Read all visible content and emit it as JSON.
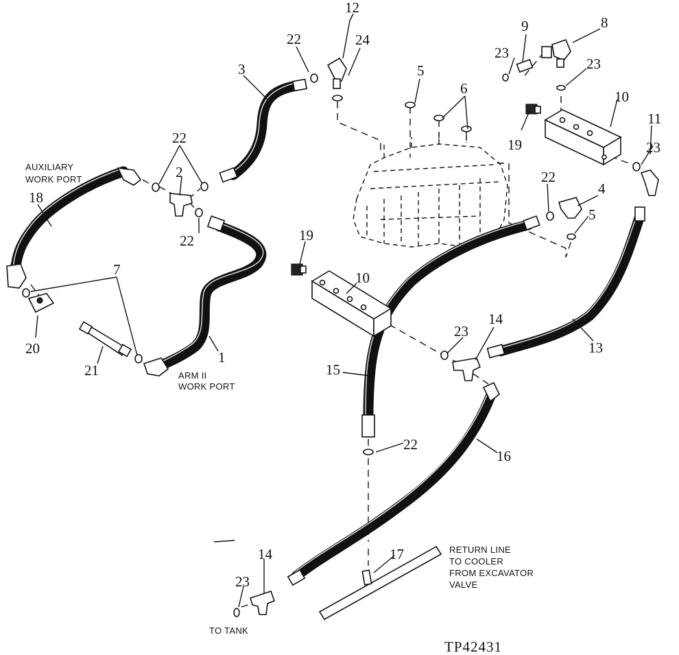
{
  "callouts": {
    "n1": "1",
    "n2": "2",
    "n3": "3",
    "n4": "4",
    "n5a": "5",
    "n5b": "5",
    "n6": "6",
    "n7": "7",
    "n8": "8",
    "n9": "9",
    "n10a": "10",
    "n10b": "10",
    "n11": "11",
    "n12": "12",
    "n13": "13",
    "n14a": "14",
    "n14b": "14",
    "n15": "15",
    "n16": "16",
    "n17": "17",
    "n18": "18",
    "n19a": "19",
    "n19b": "19",
    "n20": "20",
    "n21": "21",
    "n22a": "22",
    "n22b": "22",
    "n22c": "22",
    "n22d": "22",
    "n22e": "22",
    "n23a": "23",
    "n23b": "23",
    "n23c": "23",
    "n23d": "23",
    "n23e": "23",
    "n24": "24"
  },
  "labels": {
    "aux1": "AUXILIARY",
    "aux2": "WORK PORT",
    "arm1": "ARM II",
    "arm2": "WORK PORT",
    "ret1": "RETURN LINE",
    "ret2": "TO COOLER",
    "ret3": "FROM EXCAVATOR",
    "ret4": "VALVE",
    "tank": "TO TANK"
  },
  "figure_code": "TP42431"
}
